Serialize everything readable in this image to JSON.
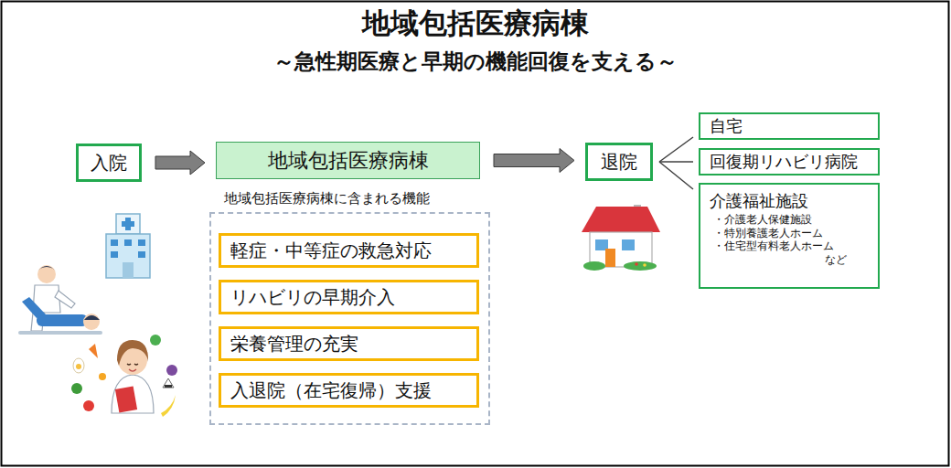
{
  "diagram": {
    "title": "地域包括医療病棟",
    "nodes": [
      {
        "text": [
          "入院"
        ]
      },
      {
        "text": [
          "地域包括医療病棟"
        ]
      },
      {
        "text": [
          "地域包括医療病棟に含まれる機能"
        ]
      },
      {
        "text": [
          "軽症・中等症の救急対応"
        ],
        "in": 2
      },
      {
        "text": [
          "リハビリの早期介入"
        ],
        "in": 2
      },
      {
        "text": [
          "栄養管理の充実"
        ],
        "in": 2
      },
      {
        "text": [
          "入退院（在宅復帰）支援"
        ],
        "in": 2
      },
      {
        "text": [
          "退院"
        ]
      },
      {
        "text": [
          "自宅"
        ]
      },
      {
        "text": [
          "回復期リハビリ病院"
        ]
      },
      {
        "text": [
          "介護福祉施設",
          "・介護老人保健施設",
          "・特別養護老人ホーム",
          "・住宅型有料老人ホーム",
          "など"
        ]
      }
    ],
    "edges": [
      {
        "from": 0,
        "to": 1,
        "arrow": "to"
      },
      {
        "from": 1,
        "to": 7,
        "arrow": "to"
      },
      {
        "from": 7,
        "to": 8,
        "arrow": "none"
      },
      {
        "from": 7,
        "to": 9,
        "arrow": "none"
      },
      {
        "from": 7,
        "to": 10,
        "arrow": "none"
      }
    ],
    "labels": [
      "～急性期医療と早期の機能回復を支える～"
    ]
  }
}
